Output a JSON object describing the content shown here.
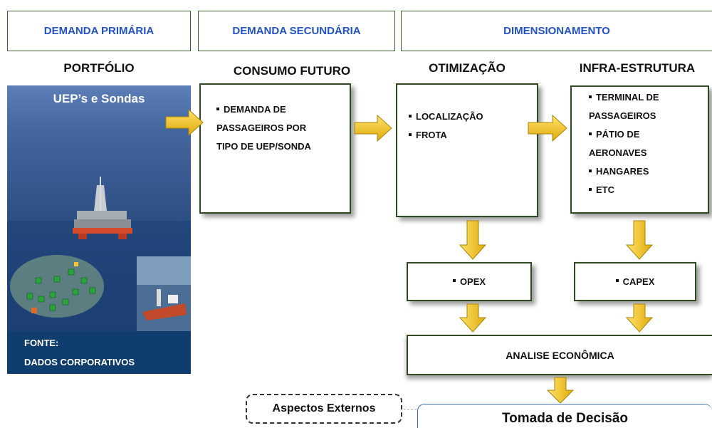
{
  "headers": {
    "primary": "DEMANDA PRIMÁRIA",
    "secondary": "DEMANDA SECUNDÁRIA",
    "sizing": "DIMENSIONAMENTO"
  },
  "columns": {
    "portfolio": "PORTFÓLIO",
    "future_consumption": "CONSUMO FUTURO",
    "optimization": "OTIMIZAÇÃO",
    "infrastructure": "INFRA-ESTRUTURA"
  },
  "portfolio_panel": {
    "title": "UEP’s e Sondas",
    "source_label": "FONTE:",
    "source_value": "DADOS CORPORATIVOS"
  },
  "demand_box": {
    "lines": [
      "DEMANDA DE",
      "PASSAGEIROS POR",
      "TIPO DE UEP/SONDA"
    ]
  },
  "optimization_box": {
    "items": [
      "LOCALIZAÇÃO",
      "FROTA"
    ]
  },
  "infra_box": {
    "lines": [
      {
        "bullet": true,
        "text": "TERMINAL DE"
      },
      {
        "bullet": false,
        "text": "PASSAGEIROS"
      },
      {
        "bullet": true,
        "text": "PÁTIO DE"
      },
      {
        "bullet": false,
        "text": "AERONAVES"
      },
      {
        "bullet": true,
        "text": "HANGARES"
      },
      {
        "bullet": true,
        "text": "ETC"
      }
    ]
  },
  "opex_label": "OPEX",
  "capex_label": "CAPEX",
  "economic_analysis": "ANALISE ECONÔMICA",
  "external_aspects": "Aspectos Externos",
  "decision_making": "Tomada de Decisão",
  "colors": {
    "header_text": "#2253c2",
    "box_border": "#2f4a22",
    "arrow_fill": "#f2c20f",
    "arrow_stroke": "#a6860a",
    "source_bg": "#0f3d6e"
  }
}
